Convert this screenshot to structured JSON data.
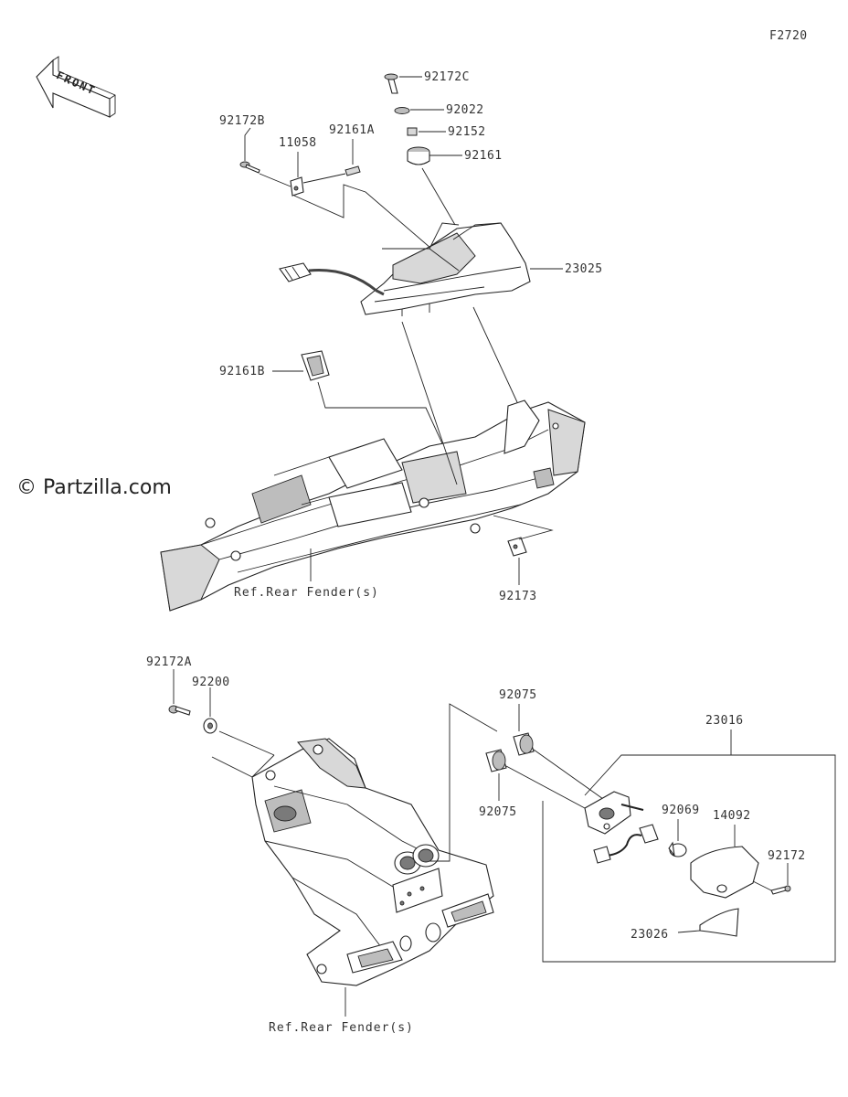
{
  "figure_code": "F2720",
  "watermark": "© Partzilla.com",
  "front_arrow_text": "FRONT",
  "labels": {
    "p92172C": "92172C",
    "p92022": "92022",
    "p92152": "92152",
    "p92161": "92161",
    "p92172B": "92172B",
    "p11058": "11058",
    "p92161A": "92161A",
    "p23025": "23025",
    "p92161B": "92161B",
    "p92173": "92173",
    "p92172A": "92172A",
    "p92200": "92200",
    "p92075_top": "92075",
    "p92075_bottom": "92075",
    "p23016": "23016",
    "p92069": "92069",
    "p14092": "14092",
    "p92172": "92172",
    "p23026": "23026"
  },
  "refs": {
    "rear_fender_upper": "Ref.Rear Fender(s)",
    "rear_fender_lower": "Ref.Rear Fender(s)"
  },
  "colors": {
    "line": "#222222",
    "text": "#333333",
    "background": "#ffffff"
  }
}
